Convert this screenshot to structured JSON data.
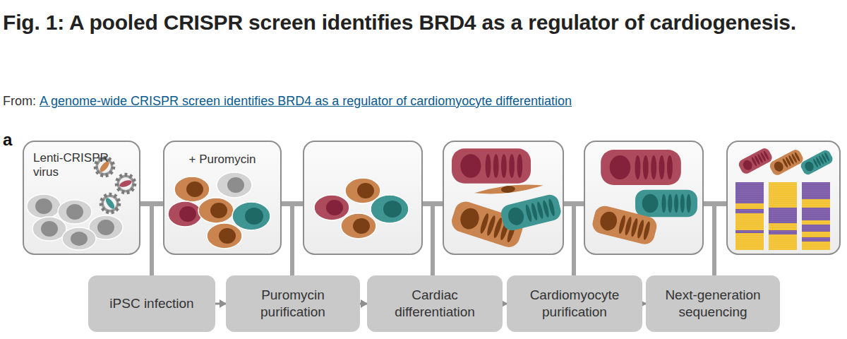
{
  "diagram": {
    "title": "Fig. 1: A pooled CRISPR screen identifies BRD4 as a regulator of cardiogenesis.",
    "nodes": [
      {
        "text": [
          "Lenti-CRISPR virus"
        ]
      },
      {
        "text": [
          "+ Puromycin"
        ]
      },
      {
        "text": [
          "iPSC infection"
        ]
      },
      {
        "text": [
          "Puromycin purification"
        ]
      },
      {
        "text": [
          "Cardiac differentiation"
        ]
      },
      {
        "text": [
          "Cardiomyocyte purification"
        ]
      },
      {
        "text": [
          "Next-generation sequencing"
        ]
      }
    ],
    "edges": [
      {
        "from": 2,
        "to": 3,
        "arrow": "to"
      },
      {
        "from": 3,
        "to": 4,
        "arrow": "to"
      },
      {
        "from": 4,
        "to": 5,
        "arrow": "to"
      },
      {
        "from": 5,
        "to": 6,
        "arrow": "to"
      }
    ],
    "labels": [
      "From:",
      "A genome-wide CRISPR screen identifies BRD4 as a regulator of cardiomyocyte differentiation",
      "a"
    ]
  }
}
